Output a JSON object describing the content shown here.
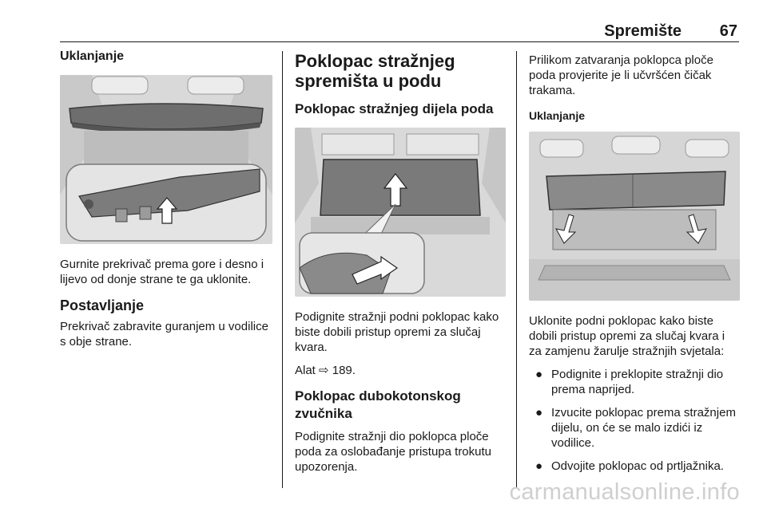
{
  "header": {
    "section": "Spremište",
    "page": "67"
  },
  "col1": {
    "heading_removal": "Uklanjanje",
    "text_removal": "Gurnite prekrivač prema gore i desno i lijevo od donje strane te ga uklonite.",
    "heading_install": "Postavljanje",
    "text_install": "Prekrivač zabravite guranjem u vodilice s obje strane."
  },
  "col2": {
    "title": "Poklopac stražnjeg spremišta u podu",
    "subtitle": "Poklopac stražnjeg dijela poda",
    "text_lift": "Podignite stražnji podni poklopac kako biste dobili pristup opremi za slučaj kvara.",
    "text_tool": "Alat ⇨ 189.",
    "subtitle2": "Poklopac dubokotonskog zvučnika",
    "text_sub": "Podignite stražnji dio poklopca ploče poda za oslobađanje pristupa trokutu upozorenja."
  },
  "col3": {
    "text_close": "Prilikom zatvaranja poklopca ploče poda provjerite je li učvršćen čičak trakama.",
    "heading_removal": "Uklanjanje",
    "text_remove": "Uklonite podni poklopac kako biste dobili pristup opremi za slučaj kvara i za zamjenu žarulje stražnjih svjetala:",
    "bullets": [
      "Podignite i preklopite stražnji dio prema naprijed.",
      "Izvucite poklopac prema stražnjem dijelu, on će se malo izdići iz vodilice.",
      "Odvojite poklopac od prtljažnika."
    ],
    "bullet_symbol": "●"
  },
  "watermark": "carmanualsonline.info"
}
